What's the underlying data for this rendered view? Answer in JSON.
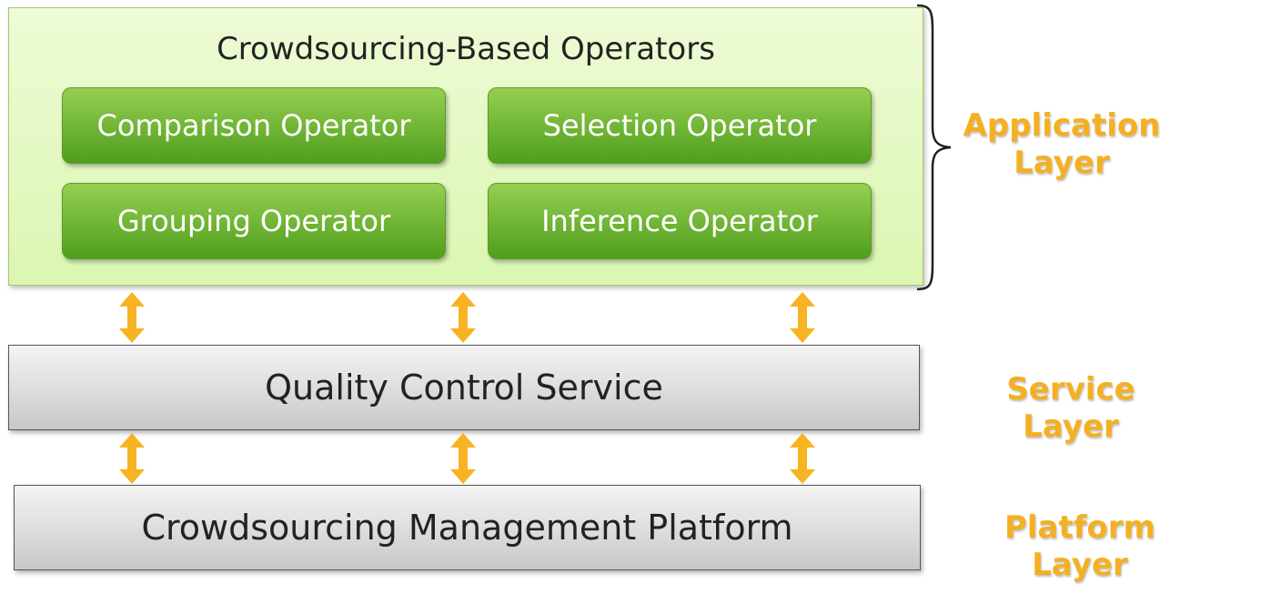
{
  "application_layer": {
    "title": "Crowdsourcing-Based Operators",
    "operators": [
      {
        "label": "Comparison Operator"
      },
      {
        "label": "Selection Operator"
      },
      {
        "label": "Grouping Operator"
      },
      {
        "label": "Inference Operator"
      }
    ],
    "label_line1": "Application",
    "label_line2": "Layer"
  },
  "service_layer": {
    "box_text": "Quality Control Service",
    "label": "Service Layer"
  },
  "platform_layer": {
    "box_text": "Crowdsourcing Management Platform",
    "label": "Platform Layer"
  },
  "colors": {
    "operator_green": "#5aa62a",
    "layer_label": "#f4b020",
    "arrow": "#f8b323"
  }
}
